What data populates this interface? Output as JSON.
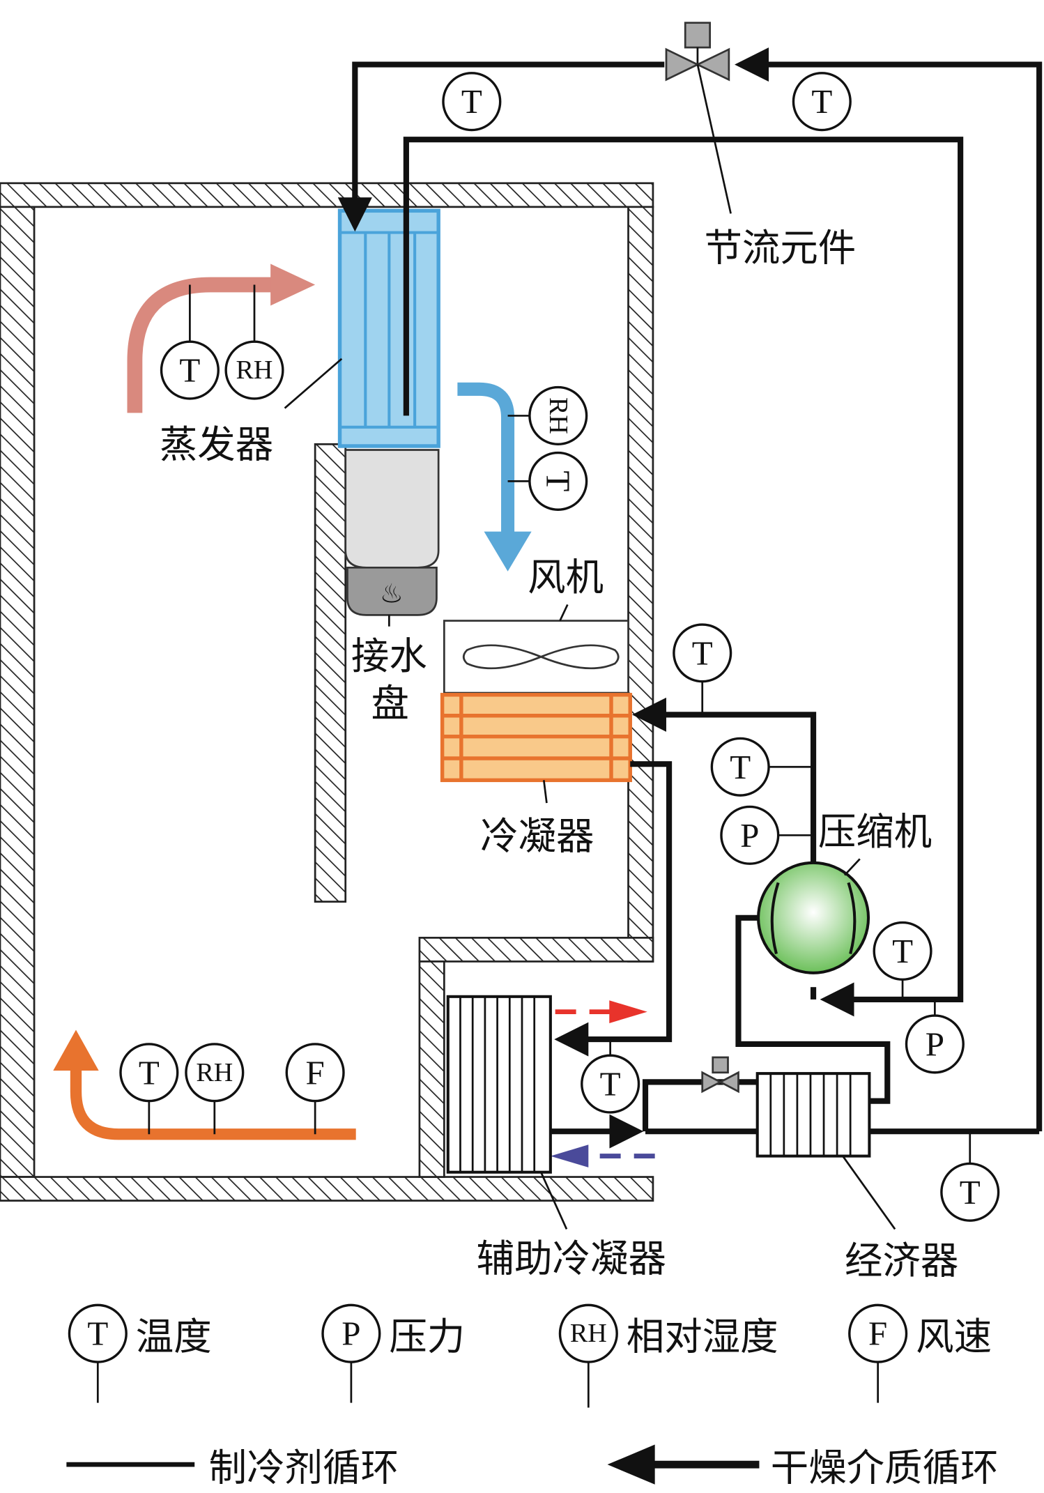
{
  "labels": {
    "throttle": "节流元件",
    "evaporator": "蒸发器",
    "fan": "风机",
    "drain_pan_1": "接水",
    "drain_pan_2": "盘",
    "condenser": "冷凝器",
    "compressor": "压缩机",
    "aux_condenser": "辅助冷凝器",
    "economizer": "经济器"
  },
  "sensors": {
    "T": "T",
    "P": "P",
    "RH": "RH",
    "F": "F"
  },
  "legend": {
    "temperature": {
      "symbol": "T",
      "label": "温度"
    },
    "pressure": {
      "symbol": "P",
      "label": "压力"
    },
    "humidity": {
      "symbol": "RH",
      "label": "相对湿度"
    },
    "wind_speed": {
      "symbol": "F",
      "label": "风速"
    },
    "refrigerant_loop": "制冷剂循环",
    "drying_medium_loop": "干燥介质循环"
  },
  "colors": {
    "evaporator": "#9fd3ef",
    "condenser": "#f9c98a",
    "compressor": "#8fd27a",
    "return_air": "#d9897e",
    "cold_air": "#5aa8d8",
    "hot_air": "#e8732e",
    "red_dash": "#e8332b",
    "blue_dash": "#4a4a9a"
  }
}
